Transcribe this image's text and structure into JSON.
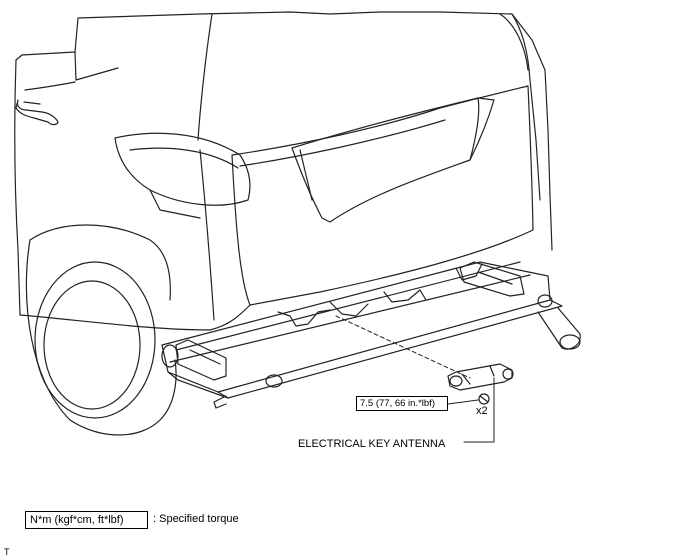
{
  "callouts": {
    "torque_value": "7.5 (77, 66 in.*lbf)",
    "quantity": "x2",
    "part_name": "ELECTRICAL KEY ANTENNA"
  },
  "legend": {
    "unit_box": "N*m (kgf*cm, ft*lbf)",
    "description": ": Specified torque"
  },
  "corner_mark": "T"
}
